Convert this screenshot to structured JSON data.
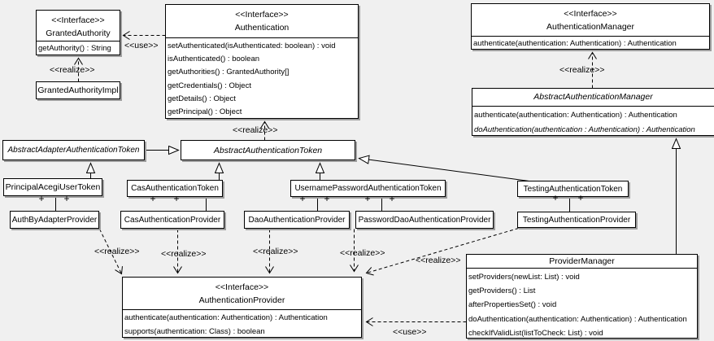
{
  "labels": {
    "use": "<<use>>",
    "realize": "<<realize>>",
    "plus": "+"
  },
  "colors": {
    "background": "#f0f0f0",
    "box_fill": "#ffffff",
    "line": "#000000",
    "shadow": "#9e9e9e"
  },
  "classes": {
    "granted_authority": {
      "stereotype": "<<Interface>>",
      "name": "GrantedAuthority",
      "methods": [
        "getAuthority() : String"
      ]
    },
    "granted_authority_impl": {
      "name": "GrantedAuthorityImpl"
    },
    "authentication": {
      "stereotype": "<<Interface>>",
      "name": "Authentication",
      "methods": [
        "setAuthenticated(isAuthenticated: boolean) : void",
        "isAuthenticated() : boolean",
        "getAuthorities() : GrantedAuthority[]",
        "getCredentials() : Object",
        "getDetails() : Object",
        "getPrincipal() : Object"
      ]
    },
    "authentication_manager": {
      "stereotype": "<<Interface>>",
      "name": "AuthenticationManager",
      "methods": [
        "authenticate(authentication: Authentication) : Authentication"
      ]
    },
    "abstract_authentication_manager": {
      "name": "AbstractAuthenticationManager",
      "methods": [
        "authenticate(authentication: Authentication) : Authentication",
        "doAuthentication(authentication : Authentication) : Authentication"
      ]
    },
    "abstract_adapter_authentication_token": {
      "name": "AbstractAdapterAuthenticationToken"
    },
    "abstract_authentication_token": {
      "name": "AbstractAuthenticationToken"
    },
    "principal_acegi_user_token": {
      "name": "PrincipalAcegiUserToken"
    },
    "cas_authentication_token": {
      "name": "CasAuthenticationToken"
    },
    "username_password_authentication_token": {
      "name": "UsernamePasswordAuthenticationToken"
    },
    "testing_authentication_token": {
      "name": "TestingAuthenticationToken"
    },
    "auth_by_adapter_provider": {
      "name": "AuthByAdapterProvider"
    },
    "cas_authentication_provider": {
      "name": "CasAuthenticationProvider"
    },
    "dao_authentication_provider": {
      "name": "DaoAuthenticationProvider"
    },
    "password_dao_authentication_provider": {
      "name": "PasswordDaoAuthenticationProvider"
    },
    "testing_authentication_provider": {
      "name": "TestingAuthenticationProvider"
    },
    "authentication_provider": {
      "stereotype": "<<Interface>>",
      "name": "AuthenticationProvider",
      "methods": [
        "authenticate(authentication: Authentication) : Authentication",
        "supports(authentication: Class) : boolean"
      ]
    },
    "provider_manager": {
      "name": "ProviderManager",
      "methods": [
        "setProviders(newList: List) : void",
        "getProviders() : List",
        "afterPropertiesSet() : void",
        "doAuthentication(authentication: Authentication) : Authentication",
        "checkIfValidList(listToCheck: List) : void"
      ]
    }
  }
}
